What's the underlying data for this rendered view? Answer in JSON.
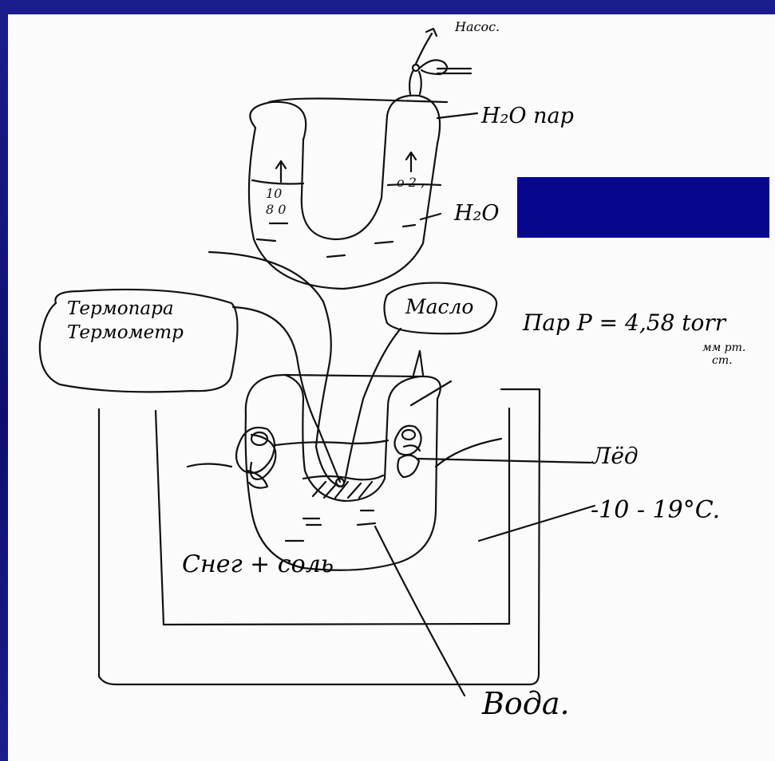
{
  "labels": {
    "pump": "Насос.",
    "vapor_top": "H₂O пар",
    "water_top": "H₂O",
    "thermo_1": "Термопара",
    "thermo_2": "Термометр",
    "oil": "Масло",
    "vapor_pressure": "Пар  P = 4,58 torr",
    "units_1": "мм рт.",
    "units_2": "ст.",
    "ice": "Лёд",
    "temperature": "-10 - 19°C.",
    "snow_salt": "Снег + соль",
    "water_bottom": "Вода."
  },
  "colors": {
    "slide_bg": "#0d0f6e",
    "cover_box": "#06068f",
    "ink": "#111111",
    "paper": "#fbfbfb"
  }
}
